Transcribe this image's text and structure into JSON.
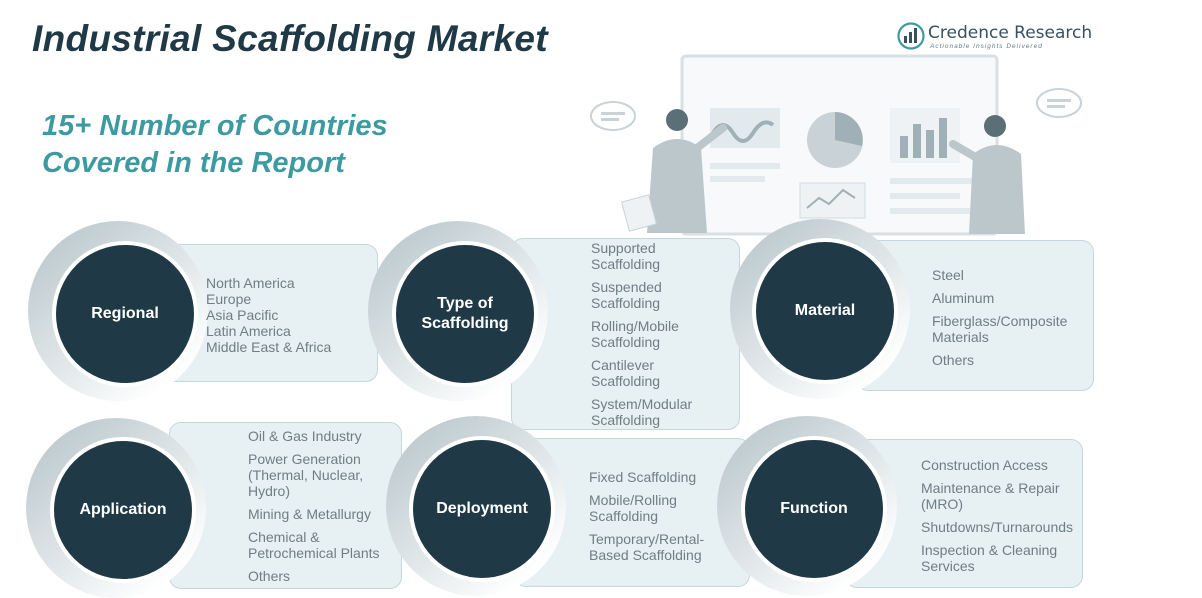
{
  "header": {
    "title": "Industrial Scaffolding Market",
    "subtitle_line1": "15+ Number of Countries",
    "subtitle_line2": "Covered in the Report"
  },
  "brand": {
    "name": "Credence Research",
    "tagline": "Actionable Insights Delivered"
  },
  "colors": {
    "circle": "#1f3a46",
    "panel": "#e7f0f2",
    "accent": "#3c9aa0"
  },
  "segments": [
    {
      "label": "Regional",
      "items": [
        "North America",
        "Europe",
        "Asia Pacific",
        "Latin America",
        "Middle East & Africa"
      ]
    },
    {
      "label": "Type of\nScaffolding",
      "items": [
        "Supported\nScaffolding",
        "Suspended\nScaffolding",
        "Rolling/Mobile\nScaffolding",
        "Cantilever\nScaffolding",
        "System/Modular\nScaffolding"
      ]
    },
    {
      "label": "Material",
      "items": [
        "Steel",
        "Aluminum",
        "Fiberglass/Composite\nMaterials",
        "Others"
      ]
    },
    {
      "label": "Application",
      "items": [
        "Oil & Gas Industry",
        "Power Generation\n(Thermal, Nuclear,\nHydro)",
        "Mining & Metallurgy",
        "Chemical &\nPetrochemical Plants",
        "Others"
      ]
    },
    {
      "label": "Deployment",
      "items": [
        "Fixed Scaffolding",
        "Mobile/Rolling\nScaffolding",
        "Temporary/Rental-\nBased Scaffolding"
      ]
    },
    {
      "label": "Function",
      "items": [
        "Construction Access",
        "Maintenance & Repair\n(MRO)",
        "Shutdowns/Turnarounds",
        "Inspection & Cleaning\nServices"
      ]
    }
  ]
}
